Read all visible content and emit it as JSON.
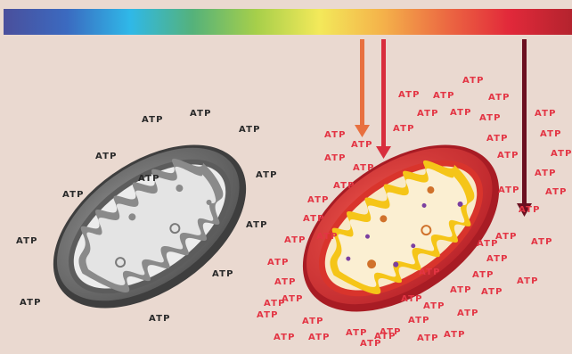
{
  "diagram": {
    "spectrum": {
      "stops": [
        "#4a4f9c",
        "#3b6ac0",
        "#2fb8e8",
        "#55b27a",
        "#a6cf4a",
        "#f3e95a",
        "#f4b24a",
        "#ec6a42",
        "#e2293a",
        "#b4232e"
      ]
    },
    "arrows": [
      {
        "color": "#e8703f"
      },
      {
        "color": "#d82e3d"
      },
      {
        "color": "#6b1020"
      }
    ],
    "left": {
      "color": "#2a2a2a",
      "labels": [
        "ATP",
        "ATP",
        "ATP",
        "ATP",
        "ATP",
        "ATP",
        "ATP",
        "ATP",
        "ATP",
        "ATP",
        "ATP",
        "ATP"
      ]
    },
    "right": {
      "color": "#e33544",
      "labels": [
        "ATP",
        "ATP",
        "ATP",
        "ATP",
        "ATP",
        "ATP",
        "ATP",
        "ATP",
        "ATP",
        "ATP",
        "ATP",
        "ATP",
        "ATP",
        "ATP",
        "ATP",
        "ATP",
        "ATP",
        "ATP",
        "ATP",
        "ATP",
        "ATP",
        "ATP",
        "ATP",
        "ATP",
        "ATP",
        "ATP",
        "ATP",
        "ATP",
        "ATP",
        "ATP",
        "ATP",
        "ATP",
        "ATP",
        "ATP",
        "ATP",
        "ATP",
        "ATP",
        "ATP",
        "ATP",
        "ATP",
        "ATP",
        "ATP",
        "ATP",
        "ATP",
        "ATP",
        "ATP",
        "ATP",
        "ATP",
        "ATP",
        "ATP",
        "ATP",
        "ATP",
        "ATP"
      ]
    }
  }
}
